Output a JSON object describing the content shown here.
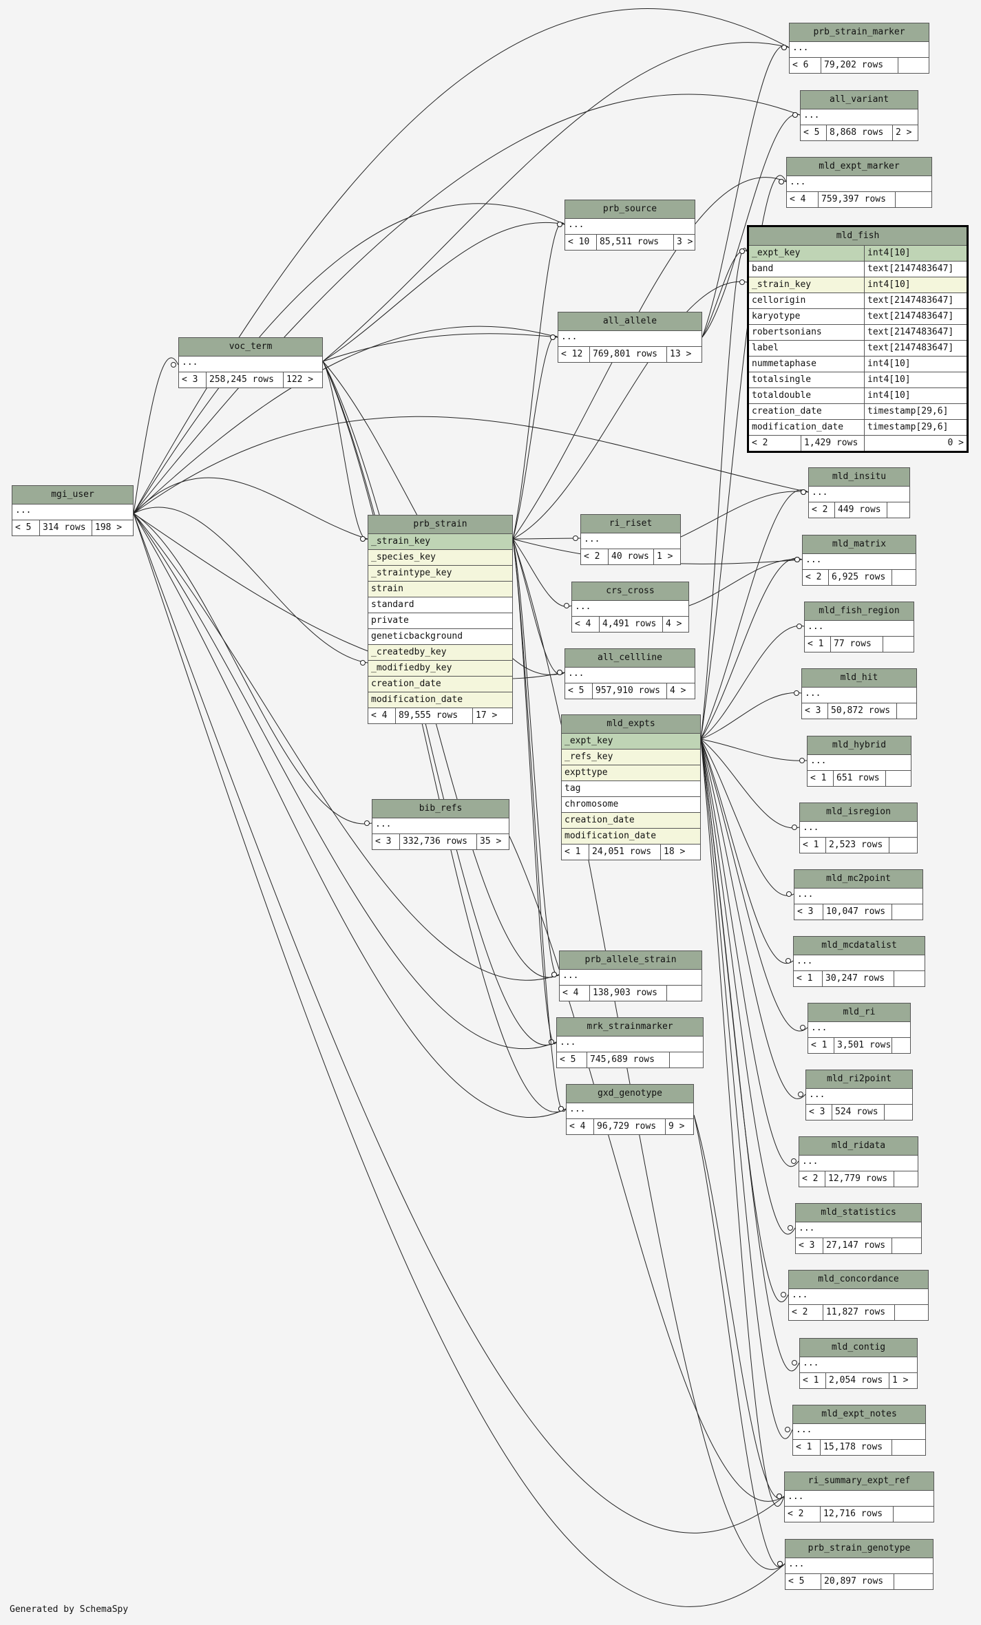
{
  "footer_text": "Generated by SchemaSpy",
  "colors": {
    "background": "#f4f4f4",
    "header": "#9bab96",
    "primary_key": "#bfd4b5",
    "foreign_key": "#f4f6dc",
    "edge": "#222222"
  },
  "tables": {
    "prb_strain_marker": {
      "name": "prb_strain_marker",
      "ellipsis": "...",
      "parents": "< 6",
      "rows": "79,202 rows",
      "children": ""
    },
    "all_variant": {
      "name": "all_variant",
      "ellipsis": "...",
      "parents": "< 5",
      "rows": "8,868 rows",
      "children": "2 >"
    },
    "mld_expt_marker": {
      "name": "mld_expt_marker",
      "ellipsis": "...",
      "parents": "< 4",
      "rows": "759,397 rows",
      "children": ""
    },
    "prb_source": {
      "name": "prb_source",
      "ellipsis": "...",
      "parents": "< 10",
      "rows": "85,511 rows",
      "children": "3 >"
    },
    "mld_fish": {
      "name": "mld_fish",
      "columns": [
        {
          "name": "_expt_key",
          "type": "int4[10]"
        },
        {
          "name": "band",
          "type": "text[2147483647]"
        },
        {
          "name": "_strain_key",
          "type": "int4[10]"
        },
        {
          "name": "cellorigin",
          "type": "text[2147483647]"
        },
        {
          "name": "karyotype",
          "type": "text[2147483647]"
        },
        {
          "name": "robertsonians",
          "type": "text[2147483647]"
        },
        {
          "name": "label",
          "type": "text[2147483647]"
        },
        {
          "name": "nummetaphase",
          "type": "int4[10]"
        },
        {
          "name": "totalsingle",
          "type": "int4[10]"
        },
        {
          "name": "totaldouble",
          "type": "int4[10]"
        },
        {
          "name": "creation_date",
          "type": "timestamp[29,6]"
        },
        {
          "name": "modification_date",
          "type": "timestamp[29,6]"
        }
      ],
      "parents": "< 2",
      "rows": "1,429 rows",
      "children": "0 >"
    },
    "all_allele": {
      "name": "all_allele",
      "ellipsis": "...",
      "parents": "< 12",
      "rows": "769,801 rows",
      "children": "13 >"
    },
    "voc_term": {
      "name": "voc_term",
      "ellipsis": "...",
      "parents": "< 3",
      "rows": "258,245 rows",
      "children": "122 >"
    },
    "mgi_user": {
      "name": "mgi_user",
      "ellipsis": "...",
      "parents": "< 5",
      "rows": "314 rows",
      "children": "198 >"
    },
    "mld_insitu": {
      "name": "mld_insitu",
      "ellipsis": "...",
      "parents": "< 2",
      "rows": "449 rows",
      "children": ""
    },
    "prb_strain": {
      "name": "prb_strain",
      "columns": [
        "_strain_key",
        "_species_key",
        "_straintype_key",
        "strain",
        "standard",
        "private",
        "geneticbackground",
        "_createdby_key",
        "_modifiedby_key",
        "creation_date",
        "modification_date"
      ],
      "parents": "< 4",
      "rows": "89,555 rows",
      "children": "17 >"
    },
    "ri_riset": {
      "name": "ri_riset",
      "ellipsis": "...",
      "parents": "< 2",
      "rows": "40 rows",
      "children": "1 >"
    },
    "mld_matrix": {
      "name": "mld_matrix",
      "ellipsis": "...",
      "parents": "< 2",
      "rows": "6,925 rows",
      "children": ""
    },
    "crs_cross": {
      "name": "crs_cross",
      "ellipsis": "...",
      "parents": "< 4",
      "rows": "4,491 rows",
      "children": "4 >"
    },
    "mld_fish_region": {
      "name": "mld_fish_region",
      "ellipsis": "...",
      "parents": "< 1",
      "rows": "77 rows",
      "children": ""
    },
    "all_cellline": {
      "name": "all_cellline",
      "ellipsis": "...",
      "parents": "< 5",
      "rows": "957,910 rows",
      "children": "4 >"
    },
    "mld_hit": {
      "name": "mld_hit",
      "ellipsis": "...",
      "parents": "< 3",
      "rows": "50,872 rows",
      "children": ""
    },
    "mld_expts": {
      "name": "mld_expts",
      "columns": [
        "_expt_key",
        "_refs_key",
        "expttype",
        "tag",
        "chromosome",
        "creation_date",
        "modification_date"
      ],
      "parents": "< 1",
      "rows": "24,051 rows",
      "children": "18 >"
    },
    "mld_hybrid": {
      "name": "mld_hybrid",
      "ellipsis": "...",
      "parents": "< 1",
      "rows": "651 rows",
      "children": ""
    },
    "bib_refs": {
      "name": "bib_refs",
      "ellipsis": "...",
      "parents": "< 3",
      "rows": "332,736 rows",
      "children": "35 >"
    },
    "mld_isregion": {
      "name": "mld_isregion",
      "ellipsis": "...",
      "parents": "< 1",
      "rows": "2,523 rows",
      "children": ""
    },
    "mld_mc2point": {
      "name": "mld_mc2point",
      "ellipsis": "...",
      "parents": "< 3",
      "rows": "10,047 rows",
      "children": ""
    },
    "mld_mcdatalist": {
      "name": "mld_mcdatalist",
      "ellipsis": "...",
      "parents": "< 1",
      "rows": "30,247 rows",
      "children": ""
    },
    "prb_allele_strain": {
      "name": "prb_allele_strain",
      "ellipsis": "...",
      "parents": "< 4",
      "rows": "138,903 rows",
      "children": ""
    },
    "mld_ri": {
      "name": "mld_ri",
      "ellipsis": "...",
      "parents": "< 1",
      "rows": "3,501 rows",
      "children": ""
    },
    "mrk_strainmarker": {
      "name": "mrk_strainmarker",
      "ellipsis": "...",
      "parents": "< 5",
      "rows": "745,689 rows",
      "children": ""
    },
    "mld_ri2point": {
      "name": "mld_ri2point",
      "ellipsis": "...",
      "parents": "< 3",
      "rows": "524 rows",
      "children": ""
    },
    "gxd_genotype": {
      "name": "gxd_genotype",
      "ellipsis": "...",
      "parents": "< 4",
      "rows": "96,729 rows",
      "children": "9 >"
    },
    "mld_ridata": {
      "name": "mld_ridata",
      "ellipsis": "...",
      "parents": "< 2",
      "rows": "12,779 rows",
      "children": ""
    },
    "mld_statistics": {
      "name": "mld_statistics",
      "ellipsis": "...",
      "parents": "< 3",
      "rows": "27,147 rows",
      "children": ""
    },
    "mld_concordance": {
      "name": "mld_concordance",
      "ellipsis": "...",
      "parents": "< 2",
      "rows": "11,827 rows",
      "children": ""
    },
    "mld_contig": {
      "name": "mld_contig",
      "ellipsis": "...",
      "parents": "< 1",
      "rows": "2,054 rows",
      "children": "1 >"
    },
    "mld_expt_notes": {
      "name": "mld_expt_notes",
      "ellipsis": "...",
      "parents": "< 1",
      "rows": "15,178 rows",
      "children": ""
    },
    "ri_summary_expt_ref": {
      "name": "ri_summary_expt_ref",
      "ellipsis": "...",
      "parents": "< 2",
      "rows": "12,716 rows",
      "children": ""
    },
    "prb_strain_genotype": {
      "name": "prb_strain_genotype",
      "ellipsis": "...",
      "parents": "< 5",
      "rows": "20,897 rows",
      "children": ""
    }
  }
}
